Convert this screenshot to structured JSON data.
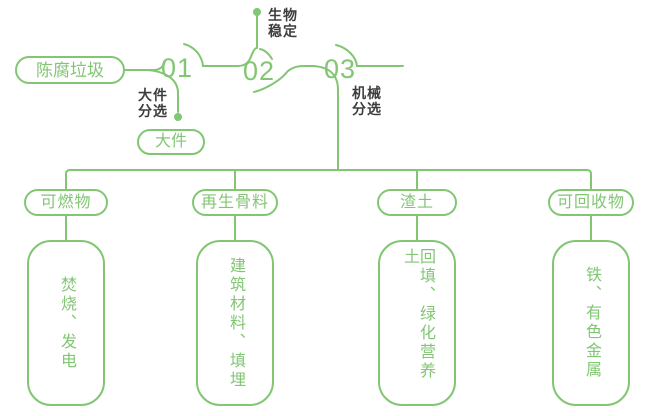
{
  "colors": {
    "green": "#82c674",
    "label_dark": "#3d3d3d"
  },
  "source": {
    "label": "陈腐垃圾"
  },
  "stages": [
    {
      "number": "01",
      "label": "大件\n分选",
      "output": "大件"
    },
    {
      "number": "02",
      "label": "生物\n稳定"
    },
    {
      "number": "03",
      "label": "机械\n分选"
    }
  ],
  "branches": [
    {
      "category": "可燃物",
      "result": "焚烧、发电"
    },
    {
      "category": "再生骨料",
      "result": "建筑材料、填埋"
    },
    {
      "category": "渣土",
      "result": "回填、绿化营养土"
    },
    {
      "category": "可回收物",
      "result": "铁、有色金属"
    }
  ]
}
